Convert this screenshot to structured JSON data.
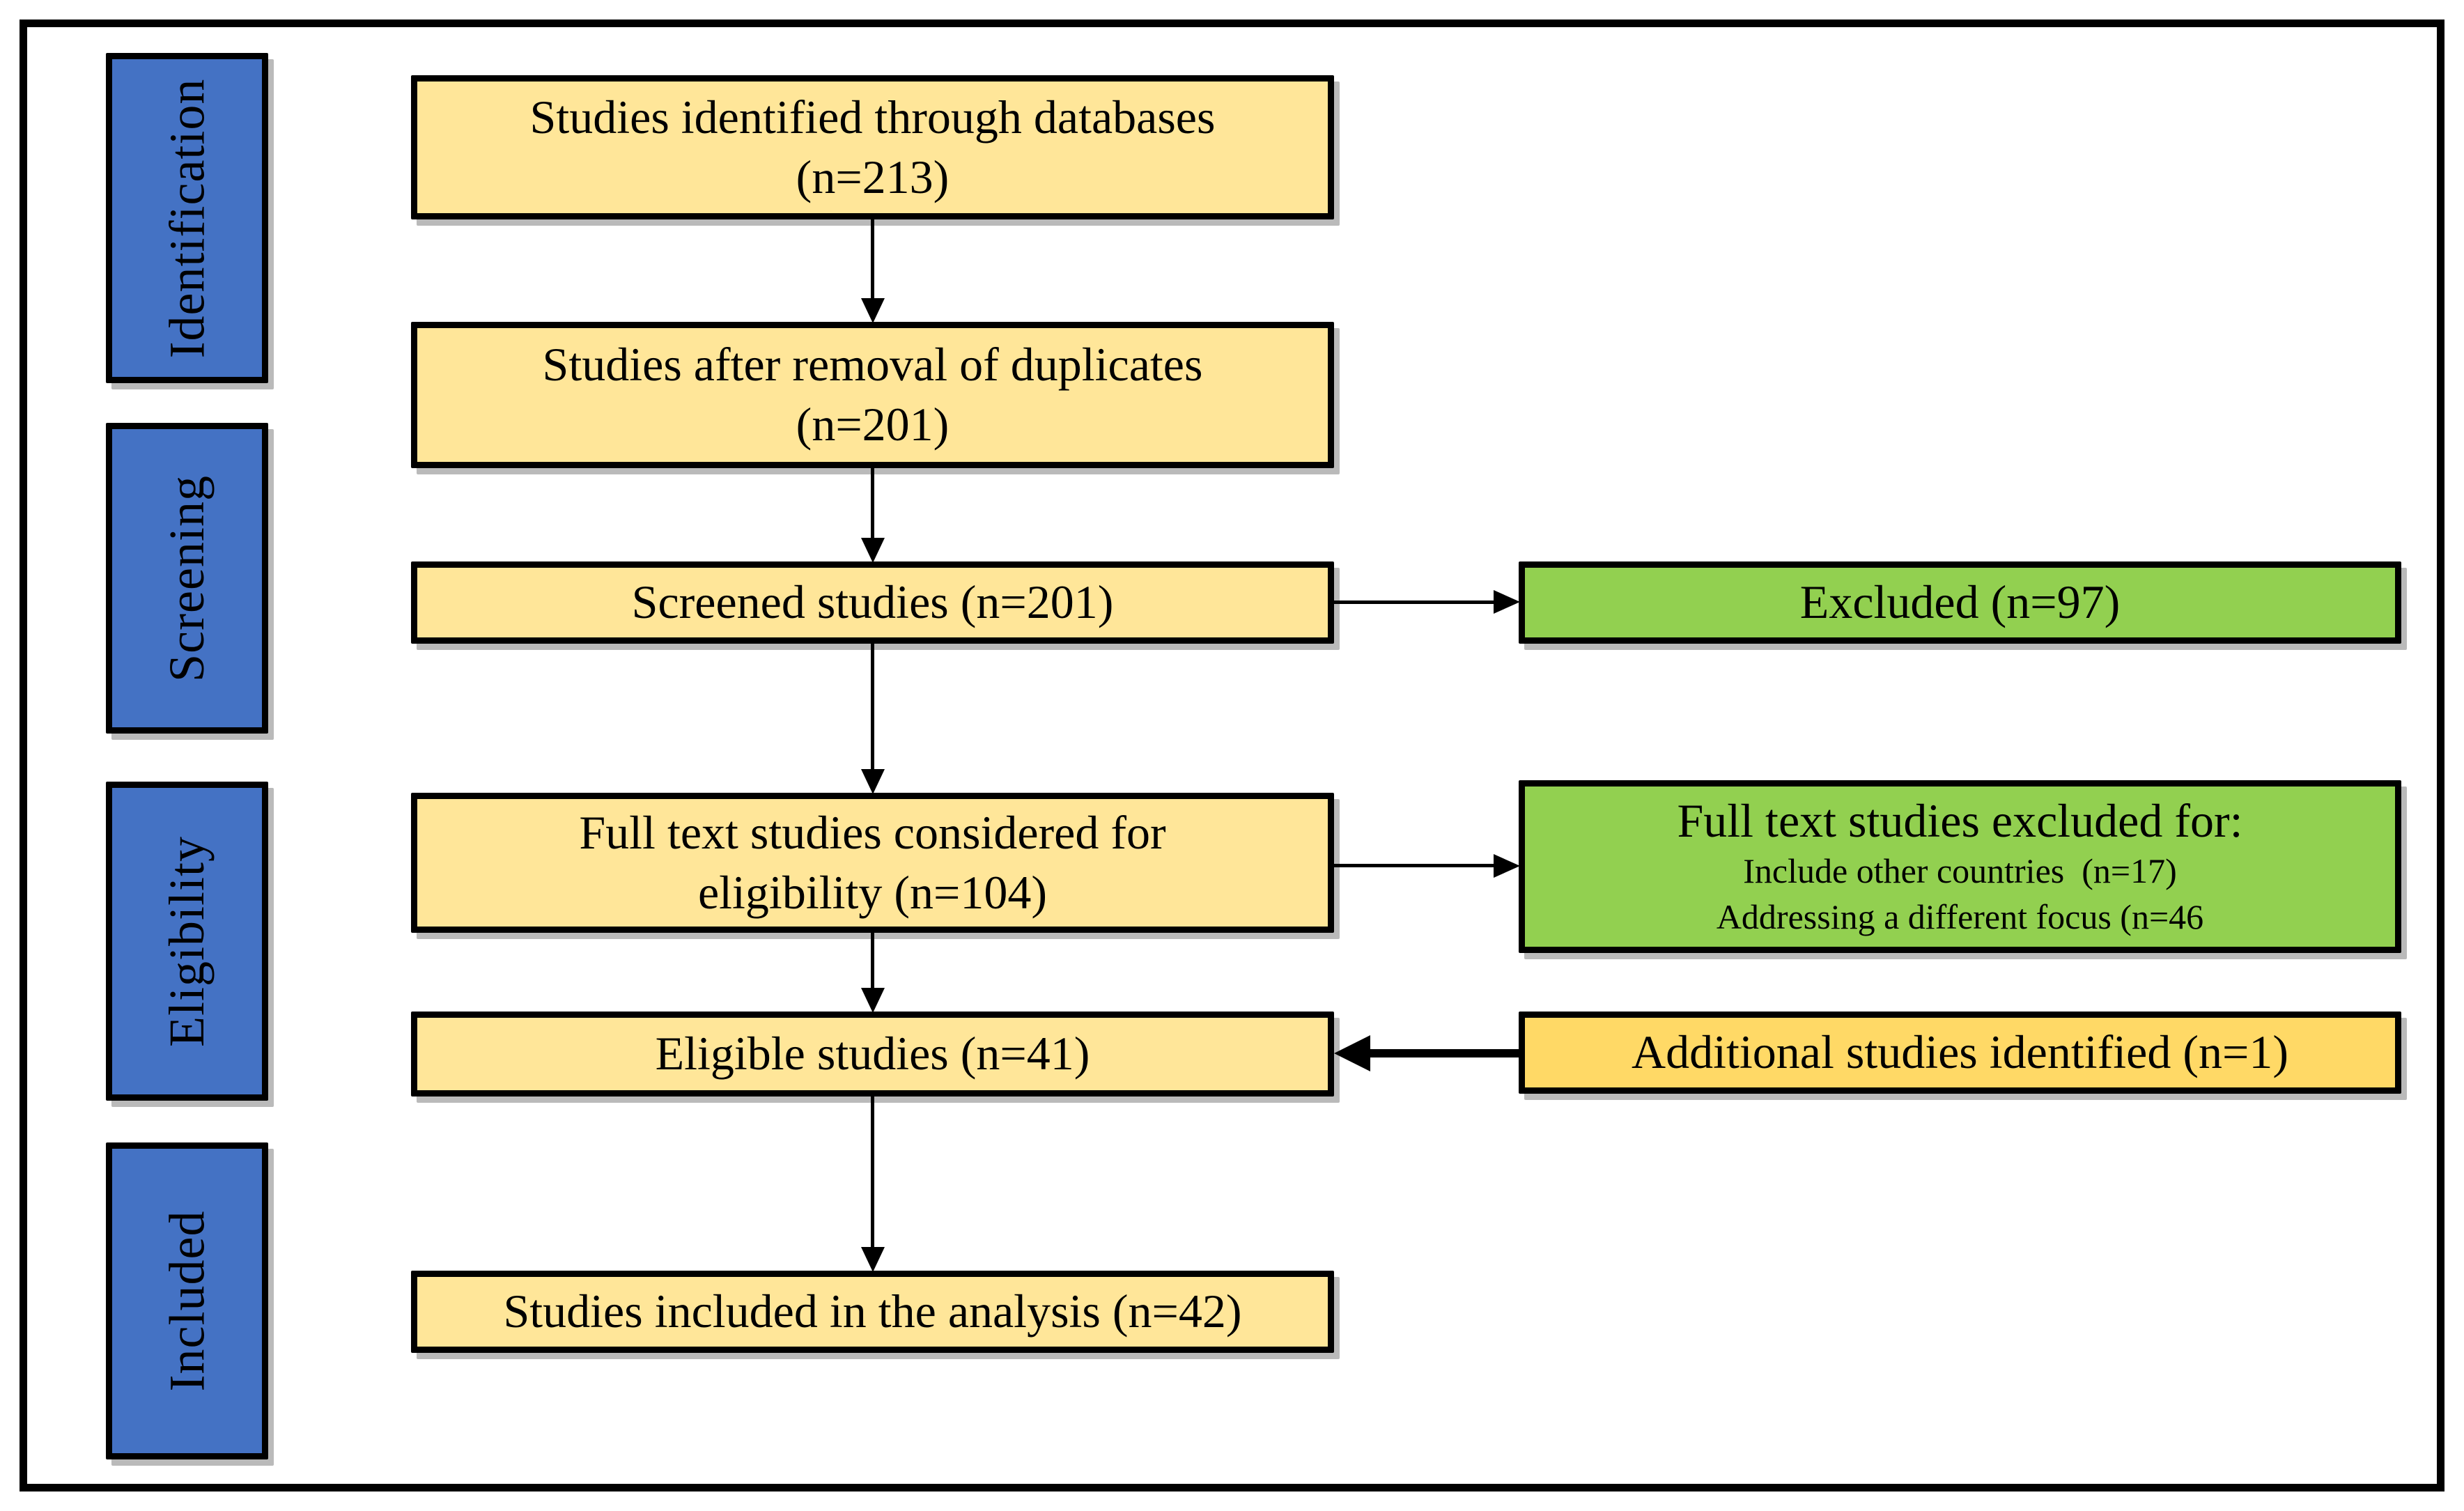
{
  "sidebar": {
    "stages": [
      {
        "label": "Identification"
      },
      {
        "label": "Screening"
      },
      {
        "label": "Eligibility"
      },
      {
        "label": "Included"
      }
    ]
  },
  "flow": {
    "identified": "Studies identified through databases\n(n=213)",
    "deduplicated": "Studies after removal of duplicates\n(n=201)",
    "screened": "Screened studies (n=201)",
    "fulltext": "Full text studies considered for\neligibility (n=104)",
    "eligible": "Eligible studies (n=41)",
    "included": "Studies included in the analysis (n=42)"
  },
  "side": {
    "excluded": "Excluded (n=97)",
    "fulltext_excluded_title": "Full text studies excluded for:",
    "fulltext_excluded_reasons": [
      "Include other countries  (n=17)",
      "Addressing a different focus (n=46"
    ],
    "additional": "Additional studies identified (n=1)"
  },
  "colors": {
    "stage_blue": "#4472C4",
    "flow_yellow": "#FFE699",
    "excluded_green": "#92D050",
    "additional_orange": "#FFD966",
    "border_black": "#000000"
  }
}
